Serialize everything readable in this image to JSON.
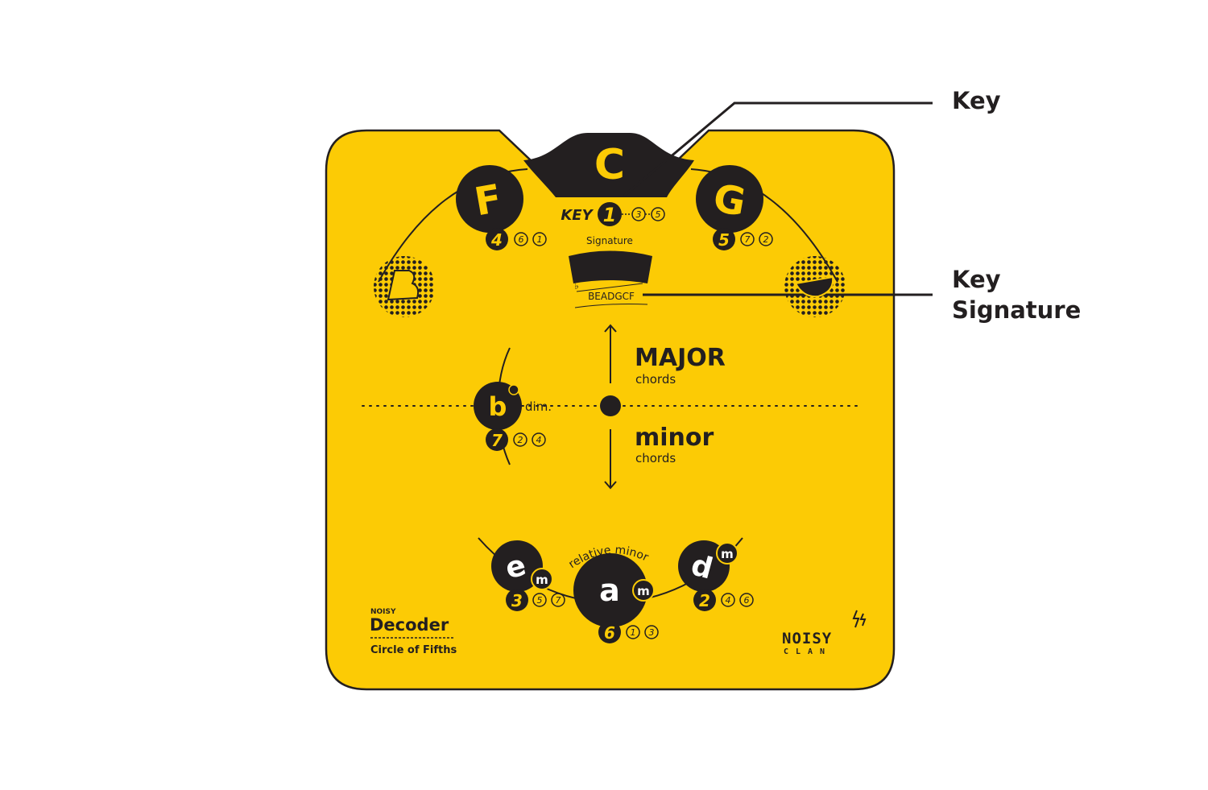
{
  "callouts": {
    "key": "Key",
    "key_signature_line1": "Key",
    "key_signature_line2": "Signature"
  },
  "card": {
    "key_note": "C",
    "key_label": "KEY",
    "key_degree": "1",
    "key_sub1": "3",
    "key_sub2": "5",
    "signature_label": "Signature",
    "signature_letters": "BEADGCF",
    "signature_flat": "♭",
    "major_title": "MAJOR",
    "major_sub": "chords",
    "minor_title": "minor",
    "minor_sub": "chords",
    "relative_minor": "relative minor",
    "f_note": "F",
    "f_degree": "4",
    "f_sub1": "6",
    "f_sub2": "1",
    "g_note": "G",
    "g_degree": "5",
    "g_sub1": "7",
    "g_sub2": "2",
    "b_dim_note": "b",
    "b_dim_suffix": "dim.",
    "b_dim_degree": "7",
    "b_dim_sub1": "2",
    "b_dim_sub2": "4",
    "e_note": "e",
    "e_suffix": "m",
    "e_degree": "3",
    "e_sub1": "5",
    "e_sub2": "7",
    "a_note": "a",
    "a_suffix": "m",
    "a_degree": "6",
    "a_sub1": "1",
    "a_sub2": "3",
    "d_note": "d",
    "d_suffix": "m",
    "d_degree": "2",
    "d_sub1": "4",
    "d_sub2": "6",
    "brand_small": "NOISY",
    "brand_title": "Decoder",
    "brand_subtitle": "Circle of Fifths",
    "logo_line1": "NOISY",
    "logo_line2": "CLAN"
  },
  "colors": {
    "card_yellow": "#fccb05",
    "dark": "#231f20",
    "accent_yellow": "#fccb05",
    "white": "#ffffff"
  }
}
